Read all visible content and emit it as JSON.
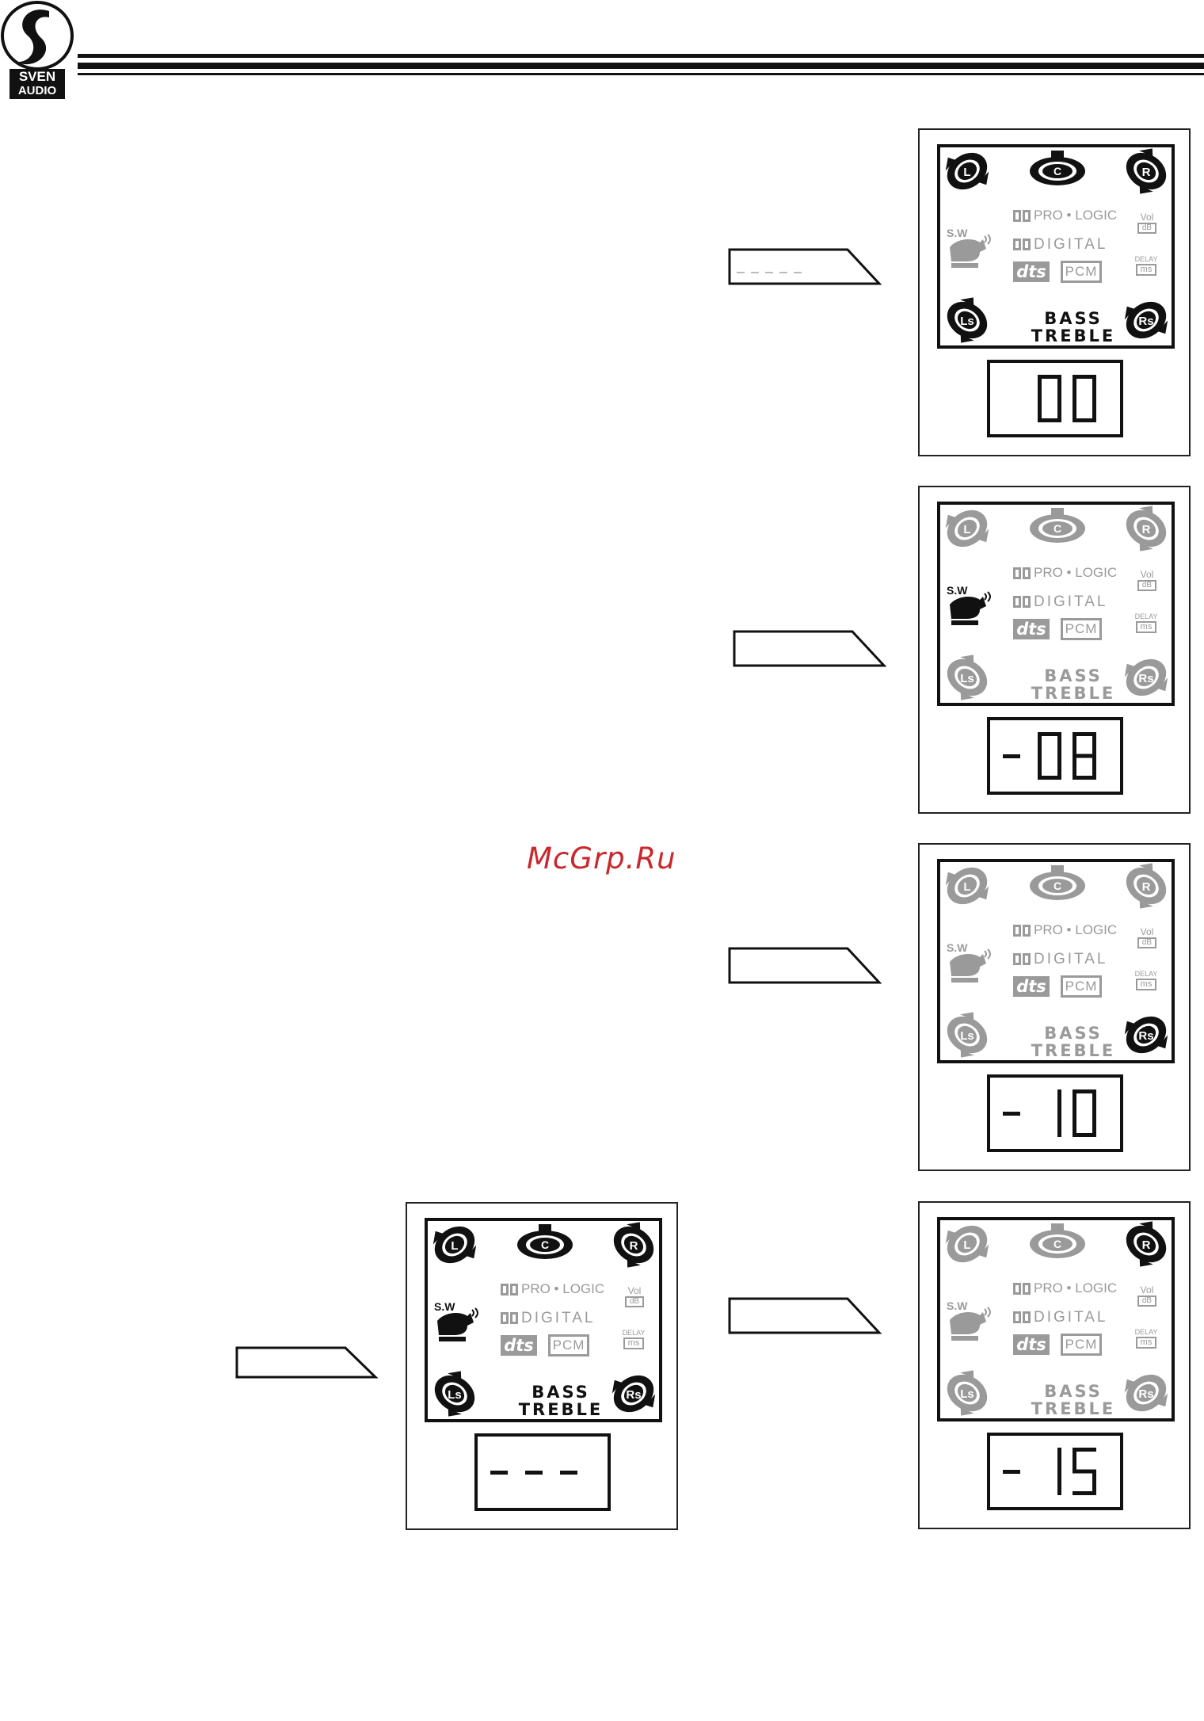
{
  "header": {
    "brand_top": "SVEN",
    "brand_bottom": "AUDIO"
  },
  "watermark": "McGrp.Ru",
  "legend": {
    "pro_logic": "PRO • LOGIC",
    "digital": "DIGITAL",
    "dts": "dts",
    "pcm": "PCM",
    "vol": "Vol",
    "vol_unit": "dB",
    "delay": "DELAY",
    "delay_unit": "ms",
    "bass": "BASS",
    "treble": "TREBLE",
    "sw": "S.W",
    "speaker_l": "L",
    "speaker_r": "R",
    "speaker_c": "C",
    "speaker_ls": "Ls",
    "speaker_rs": "Rs"
  },
  "panels": [
    {
      "id": "p1",
      "readout": "00",
      "active": [
        "C",
        "L",
        "R",
        "Ls",
        "Rs",
        "BASS"
      ],
      "sw_active": false,
      "proLogic_dim": true
    },
    {
      "id": "p2",
      "readout": "-08",
      "active": [
        "SW"
      ],
      "sw_active": true
    },
    {
      "id": "p3",
      "readout": "-10",
      "active": [
        "Rs"
      ],
      "sw_active": false
    },
    {
      "id": "p4",
      "readout": "---",
      "active": [
        "C",
        "L",
        "R",
        "Ls",
        "Rs",
        "SW",
        "BASS"
      ],
      "sw_active": true
    },
    {
      "id": "p5",
      "readout": "-15",
      "active": [
        "R"
      ],
      "sw_active": false
    }
  ],
  "colors": {
    "active": "#111111",
    "dim": "#9a9a9a",
    "watermark": "#c9282d"
  }
}
